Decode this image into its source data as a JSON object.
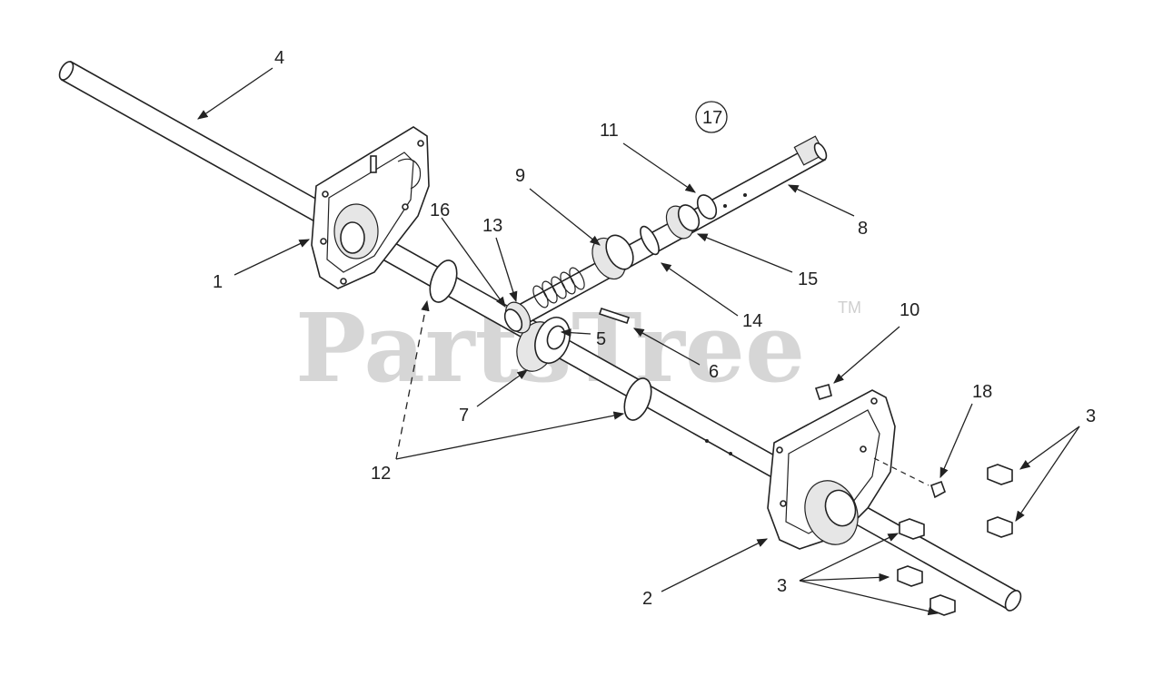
{
  "watermark": {
    "brand": "PartsTree",
    "trademark": "TM"
  },
  "callouts": {
    "c1": "1",
    "c2": "2",
    "c3a": "3",
    "c3b": "3",
    "c4": "4",
    "c5": "5",
    "c6": "6",
    "c7": "7",
    "c8": "8",
    "c9": "9",
    "c10": "10",
    "c11": "11",
    "c12": "12",
    "c13": "13",
    "c14": "14",
    "c15": "15",
    "c16": "16",
    "c17": "17",
    "c18": "18"
  },
  "colors": {
    "line": "#222222",
    "watermark": "#cfcfcf",
    "background": "#ffffff"
  }
}
